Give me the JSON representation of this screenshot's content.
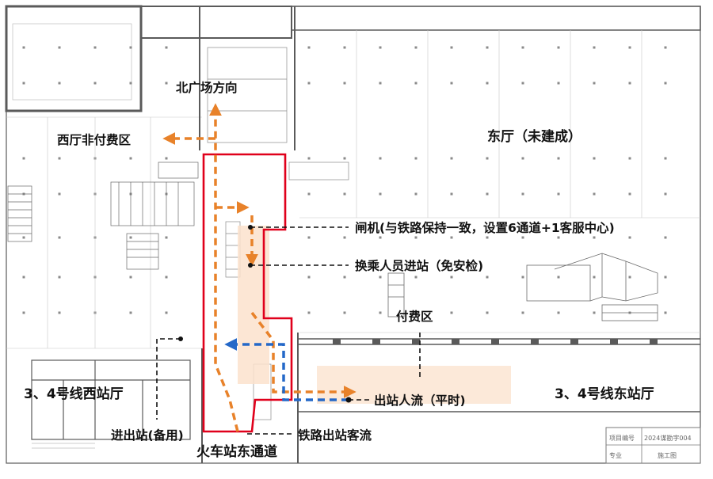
{
  "colors": {
    "wall": "#5a5a5a",
    "grid": "#9a9a9a",
    "paid_zone": "#e0001b",
    "flow_orange": "#e8822a",
    "flow_blue": "#2468c8",
    "shade": "#fbe2cc",
    "leader": "#111111"
  },
  "labels": {
    "north_plaza": "北广场方向",
    "west_hall": "西厅非付费区",
    "east_hall": "东厅（未建成）",
    "gate": "闸机(与铁路保持一致，设置6通道+1客服中心)",
    "transfer": "换乘人员进站（免安检)",
    "paid_area": "付费区",
    "line34_west": "3、4号线西站厅",
    "line34_east": "3、4号线东站厅",
    "exit_flow": "出站人流（平时)",
    "entry_exit_backup": "进出站(备用)",
    "rail_exit_flow": "铁路出站客流",
    "east_passage": "火车站东通道"
  },
  "title_block": {
    "project_code_label": "项目编号",
    "project_code": "2024谋勘字004",
    "sheet_label": "专业",
    "sheet": "施工图"
  }
}
